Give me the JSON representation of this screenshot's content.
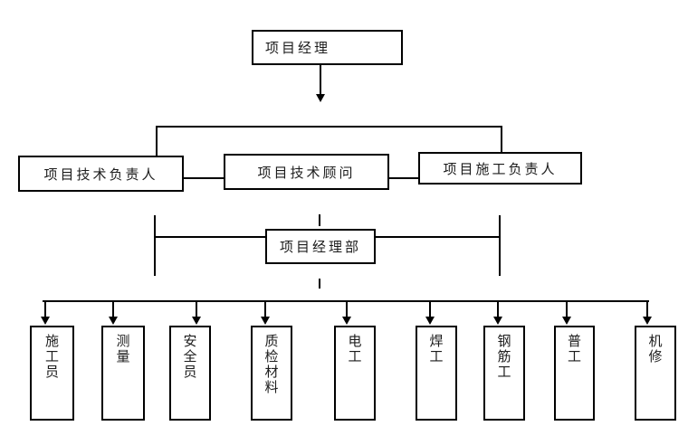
{
  "diagram": {
    "type": "org-chart",
    "root": {
      "label": "项目经理"
    },
    "level2": [
      {
        "label": "项目技术负责人"
      },
      {
        "label": "项目技术顾问"
      },
      {
        "label": "项目施工负责人"
      }
    ],
    "level3": {
      "label": "项目经理部"
    },
    "level4": [
      {
        "label": "施工员"
      },
      {
        "label": "测量"
      },
      {
        "label": "安全员"
      },
      {
        "label": "质检材料"
      },
      {
        "label": "电工"
      },
      {
        "label": "焊工"
      },
      {
        "label": "钢筋工"
      },
      {
        "label": "普工"
      },
      {
        "label": "机修"
      }
    ]
  },
  "colors": {
    "background": "#ffffff",
    "line": "#000000",
    "box_border": "#000000",
    "text": "#1c1c1c"
  }
}
